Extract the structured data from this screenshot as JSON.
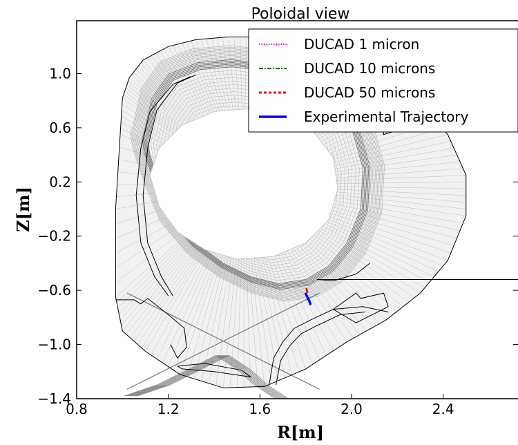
{
  "chart_data": {
    "type": "line",
    "title": "Poloidal view",
    "xlabel": "R[m]",
    "ylabel": "Z[m]",
    "xlim": [
      0.8,
      2.79
    ],
    "ylim": [
      -1.4,
      1.39
    ],
    "xticks": [
      0.8,
      1.2,
      1.6,
      2.0,
      2.4
    ],
    "xtick_labels": [
      "0.8",
      "1.2",
      "1.6",
      "2.0",
      "2.4"
    ],
    "yticks": [
      -1.4,
      -1.0,
      -0.6,
      -0.2,
      0.2,
      0.6,
      1.0
    ],
    "ytick_labels": [
      "−1.4",
      "−1.0",
      "−0.6",
      "−0.2",
      "0.2",
      "0.6",
      "1.0"
    ],
    "legend_position": "top-right",
    "series": [
      {
        "name": "DUCAD 1 micron",
        "color": "#ff00ff",
        "style": "dotted",
        "x": [
          1.806,
          1.808
        ],
        "y": [
          -0.598,
          -0.612
        ]
      },
      {
        "name": "DUCAD 10 microns",
        "color": "#007700",
        "style": "dashdot",
        "x": [
          1.805,
          1.807
        ],
        "y": [
          -0.6,
          -0.616
        ]
      },
      {
        "name": "DUCAD 50 microns",
        "color": "#ff0000",
        "style": "dashed",
        "x": [
          1.804,
          1.806,
          1.808
        ],
        "y": [
          -0.59,
          -0.605,
          -0.62
        ]
      },
      {
        "name": "Experimental Trajectory",
        "color": "#0000ff",
        "style": "solid",
        "x": [
          1.8,
          1.804,
          1.809,
          1.814,
          1.818,
          1.82
        ],
        "y": [
          -0.625,
          -0.64,
          -0.655,
          -0.672,
          -0.688,
          -0.7
        ]
      }
    ],
    "outer_boundary": {
      "r": [
        1.0,
        1.03,
        1.09,
        1.2,
        1.32,
        1.46,
        1.62,
        1.78,
        1.95,
        2.12,
        2.28,
        2.42,
        2.5,
        2.5,
        2.42,
        2.3,
        2.15,
        1.98,
        1.8,
        1.62,
        1.44,
        1.25,
        1.1,
        1.0,
        0.97,
        0.97,
        0.99,
        1.0
      ],
      "z": [
        0.82,
        0.97,
        1.1,
        1.2,
        1.25,
        1.27,
        1.27,
        1.25,
        1.18,
        1.05,
        0.82,
        0.55,
        0.25,
        -0.05,
        -0.38,
        -0.62,
        -0.82,
        -0.98,
        -1.18,
        -1.31,
        -1.32,
        -1.22,
        -1.05,
        -0.9,
        -0.65,
        0.0,
        0.55,
        0.82
      ]
    },
    "core_boundary": {
      "r": [
        1.12,
        1.15,
        1.22,
        1.34,
        1.48,
        1.63,
        1.77,
        1.9,
        2.0,
        2.05,
        2.04,
        1.98,
        1.9,
        1.8,
        1.68,
        1.56,
        1.44,
        1.32,
        1.22,
        1.16,
        1.12,
        1.11,
        1.12
      ],
      "z": [
        0.55,
        0.78,
        0.95,
        1.03,
        1.05,
        1.02,
        0.94,
        0.8,
        0.6,
        0.3,
        0.0,
        -0.25,
        -0.42,
        -0.52,
        -0.55,
        -0.5,
        -0.4,
        -0.25,
        -0.05,
        0.2,
        0.4,
        0.5,
        0.55
      ]
    },
    "inner_hole": {
      "r": [
        1.12,
        1.16,
        1.26,
        1.4,
        1.55,
        1.7,
        1.83,
        1.92,
        1.94,
        1.9,
        1.8,
        1.66,
        1.5,
        1.36,
        1.24,
        1.16,
        1.12
      ],
      "z": [
        0.25,
        0.45,
        0.62,
        0.72,
        0.74,
        0.7,
        0.58,
        0.38,
        0.15,
        -0.08,
        -0.25,
        -0.35,
        -0.37,
        -0.3,
        -0.17,
        0.02,
        0.25
      ]
    },
    "x_point": {
      "r": 1.44,
      "z": -1.08
    },
    "separatrix_legs": [
      {
        "r": [
          1.44,
          1.3,
          1.18,
          1.04
        ],
        "z": [
          -1.08,
          -1.2,
          -1.3,
          -1.38
        ]
      },
      {
        "r": [
          1.44,
          1.53,
          1.61,
          1.7
        ],
        "z": [
          -1.08,
          -1.18,
          -1.3,
          -1.4
        ]
      }
    ]
  }
}
